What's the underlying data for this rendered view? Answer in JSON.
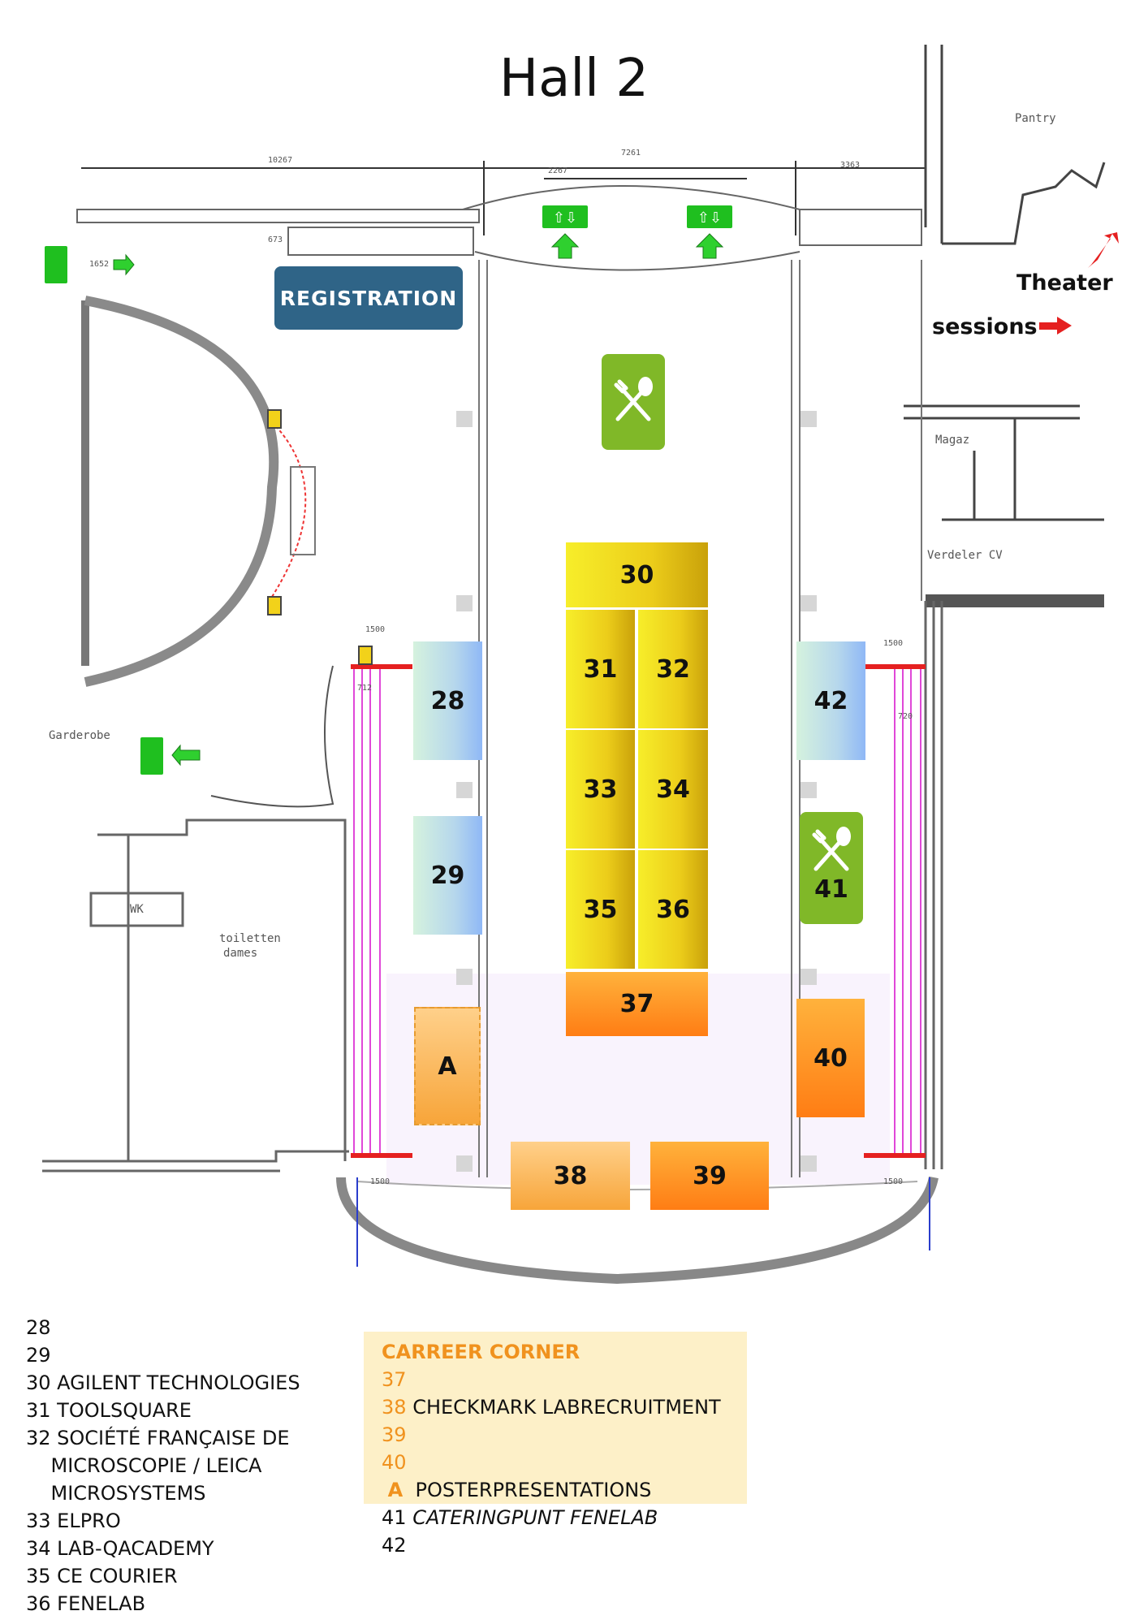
{
  "title": "Hall 2",
  "registration": "REGISTRATION",
  "theater": {
    "line1": "Theater",
    "line2": "sessions"
  },
  "plan_labels": {
    "pantry": "Pantry",
    "magazijn": "Magaz",
    "verdeler": "Verdeler CV",
    "garderobe": "Garderobe",
    "wk": "WK",
    "toiletten": "toiletten",
    "dames": "dames",
    "dim_top_left": "10267",
    "dim_top_mid": "7261",
    "dim_top_inner": "2267",
    "dim_top_right": "3363",
    "dim_left_side": "1652",
    "dim_left_small": "673",
    "dim_1500_a": "1500",
    "dim_1500_b": "1500",
    "dim_1500_c": "1500",
    "dim_1500_d": "1500",
    "dim_712_a": "712",
    "dim_712_b": "720"
  },
  "booths": {
    "b28": "28",
    "b29": "29",
    "b30": "30",
    "b31": "31",
    "b32": "32",
    "b33": "33",
    "b34": "34",
    "b35": "35",
    "b36": "36",
    "b37": "37",
    "b38": "38",
    "b39": "39",
    "b40": "40",
    "b41": "41",
    "b42": "42",
    "bA": "A"
  },
  "legend_left": [
    "28",
    "29",
    "30 AGILENT TECHNOLOGIES",
    "31 TOOLSQUARE",
    "32 SOCIÉTÉ FRANÇAISE DE",
    "    MICROSCOPIE / LEICA",
    "    MICROSYSTEMS",
    "33 ELPRO",
    "34 LAB-QACADEMY",
    "35 CE COURIER",
    "36 FENELAB"
  ],
  "career": {
    "heading": "CARREER CORNER",
    "r37_num": "37",
    "r38_num": "38",
    "r38_text": "CHECKMARK LABRECRUITMENT",
    "r39_num": "39",
    "r40_num": "40",
    "rA_num": "A",
    "rA_text": "POSTERPRESENTATIONS"
  },
  "legend_extra": {
    "r41_num": "41",
    "r41_text": "CATERINGPUNT FENELAB",
    "r42_num": "42"
  },
  "colors": {
    "exit_green": "#1fbf1f",
    "registration": "#2f6487",
    "food": "#80b828",
    "career_text": "#f0921e",
    "career_bg": "#fdf0c8"
  }
}
